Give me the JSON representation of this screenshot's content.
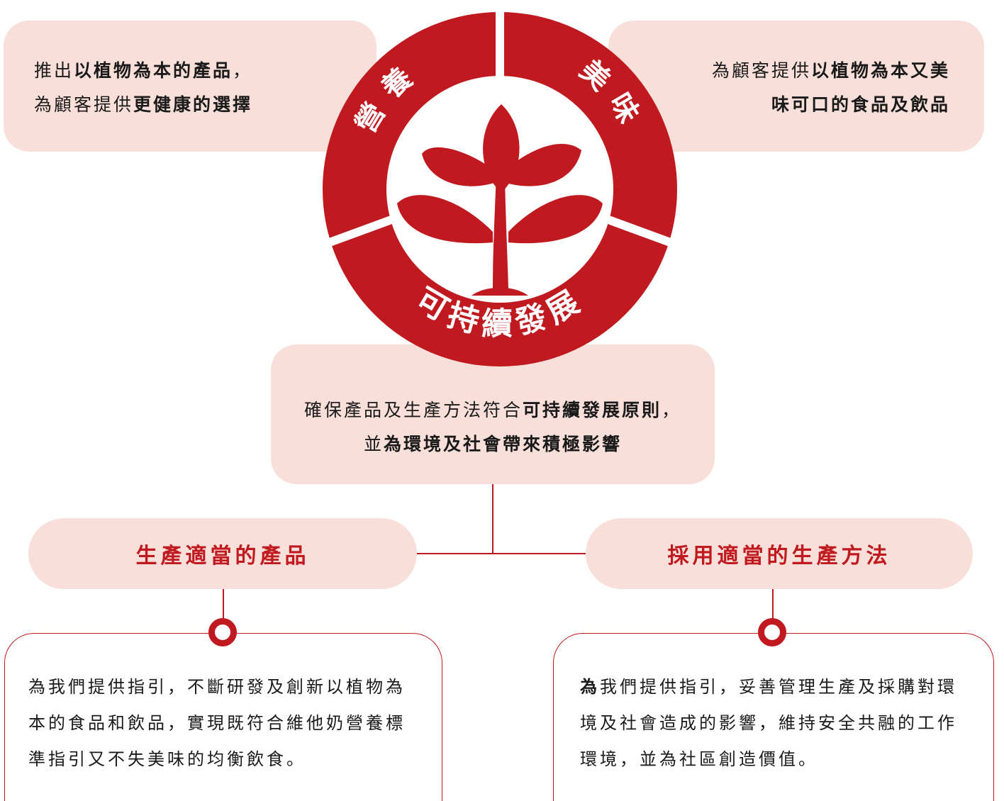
{
  "cards": {
    "top_left": {
      "line1": [
        "推出",
        "以植物為本的產品",
        "，"
      ],
      "line2": [
        "為顧客提供",
        "更健康的選擇"
      ]
    },
    "top_right": {
      "line1": [
        "為顧客提供",
        "以植物為本又美"
      ],
      "line2": [
        "味可口的食品及飲品"
      ]
    },
    "center": {
      "line1": [
        "確保產品及生產方法符合",
        "可持續發展原則",
        "，"
      ],
      "line2": [
        "並",
        "為環境及社會帶來積極影響"
      ]
    }
  },
  "emblem": {
    "label_nutrition": "營養",
    "label_taste": "美味",
    "label_sustainability": "可持續發展"
  },
  "headings": {
    "left": "生產適當的產品",
    "right": "採用適當的生產方法"
  },
  "details": {
    "left": [
      "為我們提供指引，不斷研發及創新以植物為",
      "本的食品和飲品，實現既符合維他奶營養標",
      "準指引又不失美味的均衡飲食。"
    ],
    "right_first_char": "為",
    "right": [
      "我們提供指引，妥善管理生產及採購對環",
      "境及社會造成的影響，維持安全共融的工作",
      "環境，並為社區創造價值。"
    ]
  },
  "colors": {
    "accent": "#c0191f",
    "panel": "#f8dfd9"
  }
}
